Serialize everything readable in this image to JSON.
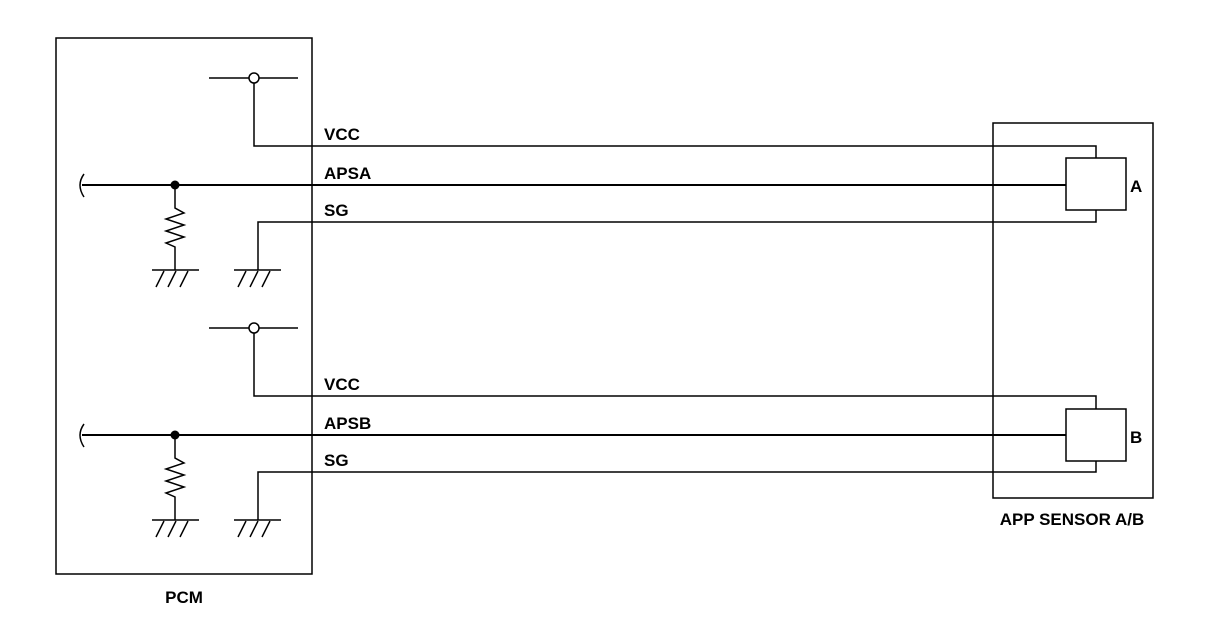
{
  "diagram": {
    "pcm_label": "PCM",
    "sensor_label": "APP SENSOR A/B",
    "circuits": [
      {
        "sensor_label": "A",
        "wires": [
          {
            "label": "VCC"
          },
          {
            "label": "APSA"
          },
          {
            "label": "SG"
          }
        ]
      },
      {
        "sensor_label": "B",
        "wires": [
          {
            "label": "VCC"
          },
          {
            "label": "APSB"
          },
          {
            "label": "SG"
          }
        ]
      }
    ],
    "colors": {
      "line": "#000000",
      "background": "#ffffff"
    }
  }
}
